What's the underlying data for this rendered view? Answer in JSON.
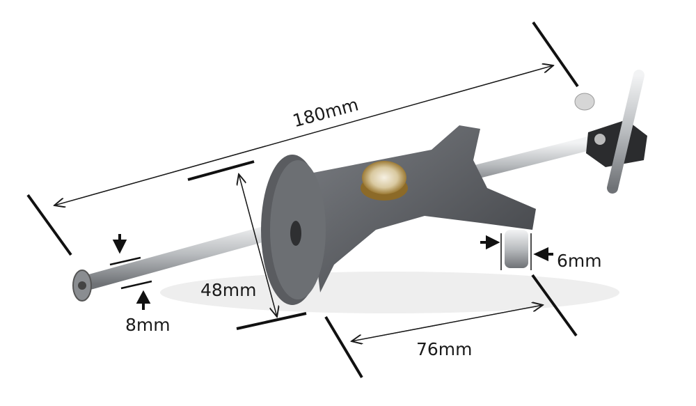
{
  "dimensions": {
    "overall_length": "180mm",
    "fence_height": "48mm",
    "rod_diameter": "8mm",
    "pin_diameter": "6mm",
    "fence_width": "76mm"
  },
  "colors": {
    "annotation": "#1a1a1a",
    "metal_dark": "#5a5c60",
    "steel": "#c8cacc",
    "brass": "#c9a45a"
  }
}
